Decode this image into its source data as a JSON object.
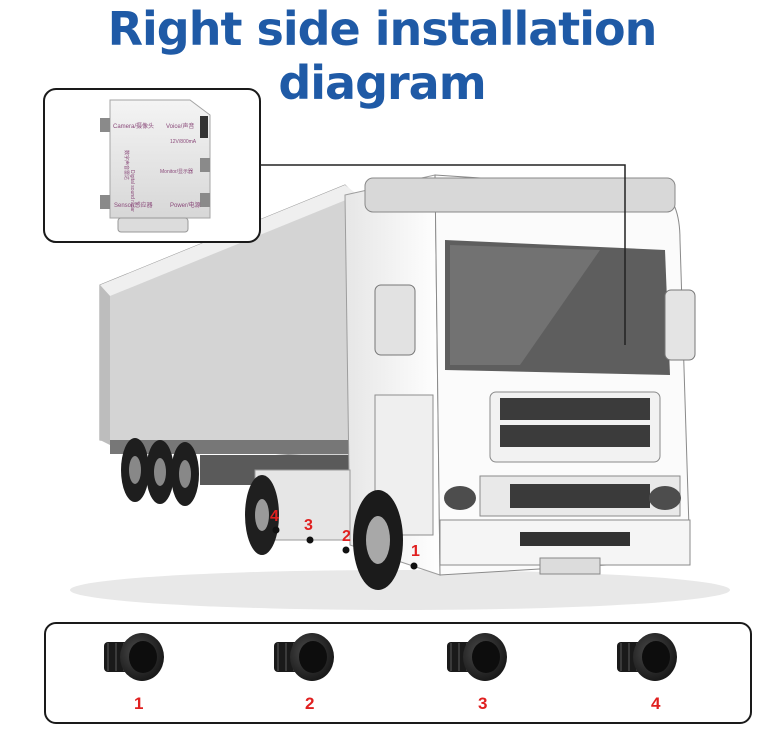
{
  "title": "Right side installation diagram",
  "colors": {
    "title": "#1f5aa6",
    "label_red": "#e02020",
    "truck_white": "#ffffff",
    "truck_grey": "#cfcfcf",
    "dark": "#2b2b2b"
  },
  "control_box": {
    "labels": [
      "Camera/摄像头",
      "Voice/声音",
      "12V/800mA",
      "Monitor/显示器",
      "Sensor/感应器",
      "Power/电源",
      "Digital sound radar",
      "数字声音雷达"
    ]
  },
  "truck_sensor_labels": [
    "4",
    "3",
    "2",
    "1"
  ],
  "sensor_labels": [
    "1",
    "2",
    "3",
    "4"
  ]
}
